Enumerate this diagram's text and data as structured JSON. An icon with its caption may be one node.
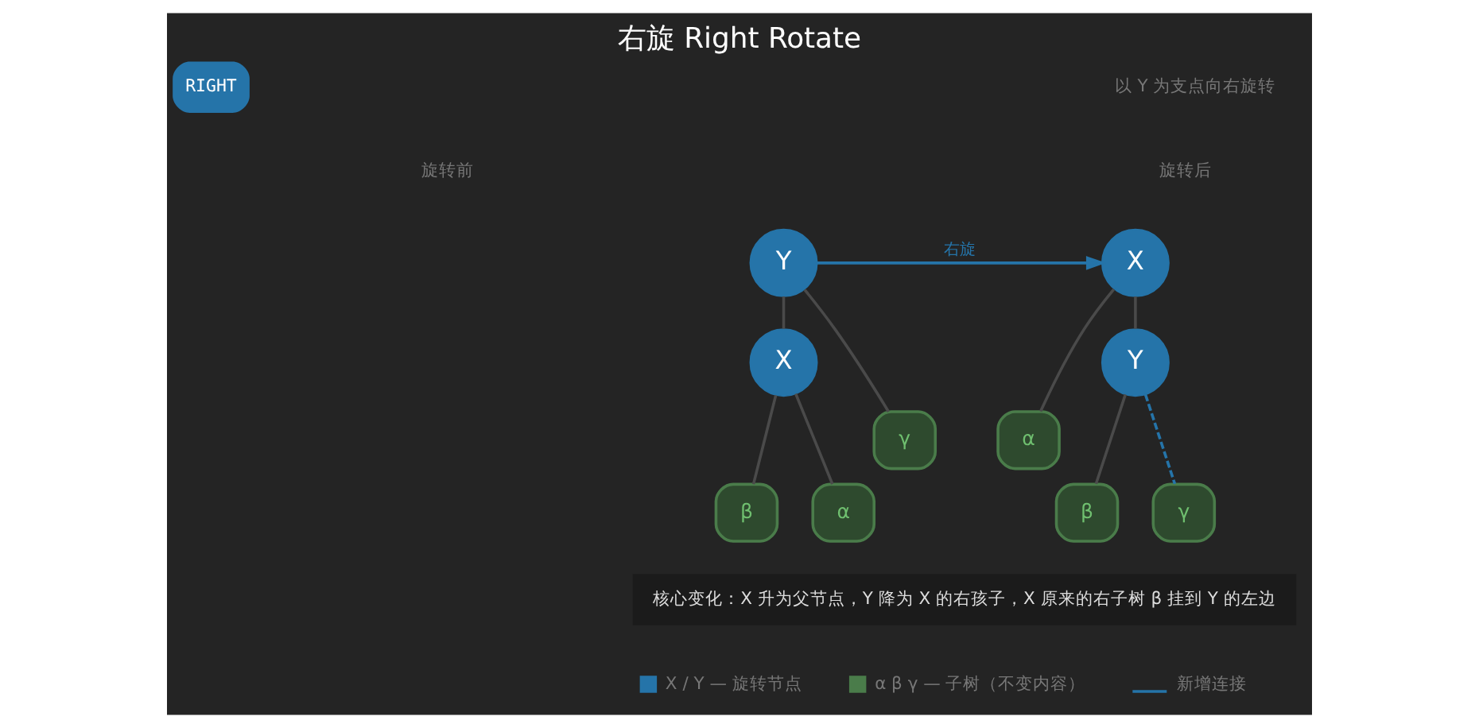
{
  "diagram": {
    "title": "右旋 Right Rotate",
    "nodes": [
      {
        "text": [
          "Y"
        ]
      },
      {
        "text": [
          "X"
        ]
      },
      {
        "text": [
          "α"
        ]
      },
      {
        "text": [
          "β"
        ]
      },
      {
        "text": [
          "γ"
        ]
      },
      {
        "text": [
          "X"
        ]
      },
      {
        "text": [
          "α"
        ]
      },
      {
        "text": [
          "Y"
        ]
      },
      {
        "text": [
          "β"
        ]
      },
      {
        "text": [
          "γ"
        ]
      }
    ],
    "edges": [
      {
        "from": 0,
        "to": 1,
        "arrow": "none"
      },
      {
        "from": 0,
        "to": 4,
        "arrow": "none"
      },
      {
        "from": 1,
        "to": 2,
        "arrow": "none"
      },
      {
        "from": 1,
        "to": 3,
        "arrow": "none"
      },
      {
        "from": 0,
        "to": 5,
        "arrow": "to",
        "label": "右旋",
        "color": "#2574a9"
      },
      {
        "from": 5,
        "to": 6,
        "arrow": "none"
      },
      {
        "from": 5,
        "to": 7,
        "arrow": "none"
      },
      {
        "from": 7,
        "to": 8,
        "arrow": "none"
      },
      {
        "from": 7,
        "to": 9,
        "arrow": "none",
        "style": "dashed",
        "color": "#2574a9"
      }
    ],
    "labels": [
      "RIGHT",
      "以 Y 为支点向右旋转",
      "旋转前",
      "旋转后",
      "核心变化：X 升为父节点，Y 降为 X 的右孩子，X 原来的右子树 β 挂到 Y 的左边"
    ],
    "legend": [
      {
        "text": "X / Y — 旋转节点",
        "color": "#2574a9"
      },
      {
        "text": "α β γ — 子树（不变内容）",
        "color": "#4a7c4a"
      },
      {
        "text": "新增连接"
      }
    ]
  }
}
